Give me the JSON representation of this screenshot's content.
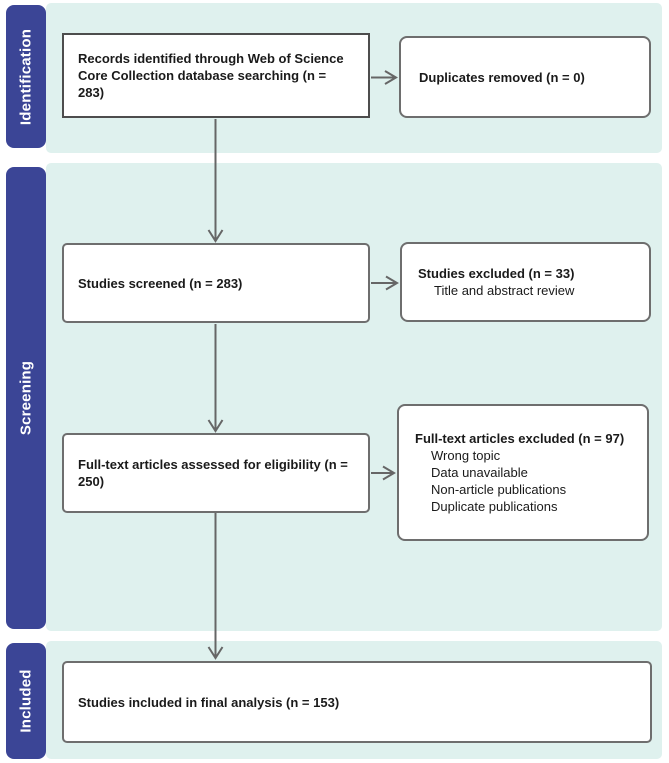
{
  "stages": [
    {
      "label": "Identification"
    },
    {
      "label": "Screening"
    },
    {
      "label": "Included"
    }
  ],
  "boxes": {
    "records_identified": {
      "text": "Records identified through Web of Science Core Collection database searching (n = 283)"
    },
    "duplicates_removed": {
      "text": "Duplicates removed (n = 0)"
    },
    "studies_screened": {
      "text": "Studies screened (n = 283)"
    },
    "studies_excluded": {
      "title": "Studies excluded (n = 33)",
      "reasons": [
        "Title and abstract review"
      ]
    },
    "fulltext_assessed": {
      "text": "Full-text articles assessed for eligibility (n = 250)"
    },
    "fulltext_excluded": {
      "title": "Full-text articles excluded (n = 97)",
      "reasons": [
        "Wrong topic",
        "Data unavailable",
        "Non-article publications",
        "Duplicate publications"
      ]
    },
    "studies_included": {
      "text": "Studies included in final analysis (n = 153)"
    }
  },
  "colors": {
    "stage_bar": "#3b4596",
    "band_background": "#dff1ee",
    "box_border": "#6e6e6e",
    "records_box_border": "#4d4d4d",
    "arrow": "#666666",
    "text": "#1a1a1a",
    "stage_text": "#ffffff"
  }
}
